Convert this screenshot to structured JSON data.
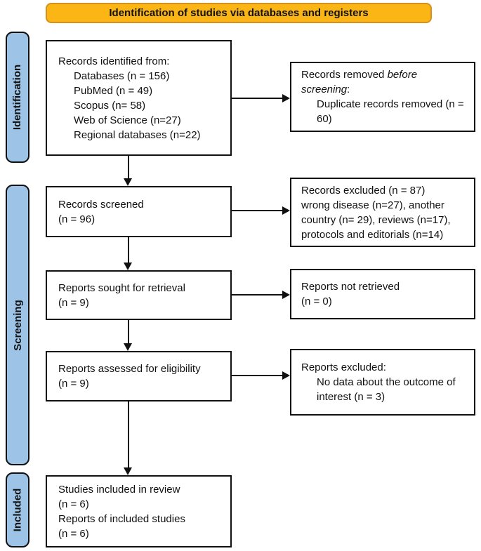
{
  "banner": {
    "title": "Identification of studies via databases and registers"
  },
  "colors": {
    "banner_fill": "#FBB615",
    "banner_border": "#D59120",
    "stage_fill": "#9DC3E6",
    "box_border": "#111111"
  },
  "stages": [
    {
      "label": "Identification"
    },
    {
      "label": "Screening"
    },
    {
      "label": "Included"
    }
  ],
  "boxes": {
    "records_identified": {
      "header": "Records identified from:",
      "items": [
        "Databases (n = 156)",
        "PubMed (n = 49)",
        "Scopus (n= 58)",
        "Web of Science (n=27)",
        "Regional databases (n=22)"
      ]
    },
    "records_removed": {
      "header_prefix": "Records removed ",
      "header_italic": "before screening",
      "header_suffix": ":",
      "item": "Duplicate records removed (n = 60)"
    },
    "records_screened": {
      "line1": "Records screened",
      "line2": "(n = 96)"
    },
    "records_excluded": {
      "line1": "Records excluded (n = 87)",
      "line2": "wrong disease (n=27), another country (n= 29), reviews (n=17), protocols and editorials (n=14)"
    },
    "reports_sought": {
      "line1": "Reports sought for retrieval",
      "line2": "(n = 9)"
    },
    "reports_not_retrieved": {
      "line1": "Reports not retrieved",
      "line2": "(n = 0)"
    },
    "reports_assessed": {
      "line1": "Reports assessed for eligibility",
      "line2": "(n = 9)"
    },
    "reports_excluded": {
      "header": "Reports excluded:",
      "item": "No data about the outcome of interest (n = 3)"
    },
    "studies_included": {
      "line1": "Studies included in review",
      "line2": "(n = 6)",
      "line3": "Reports of included studies",
      "line4": "(n = 6)"
    }
  }
}
